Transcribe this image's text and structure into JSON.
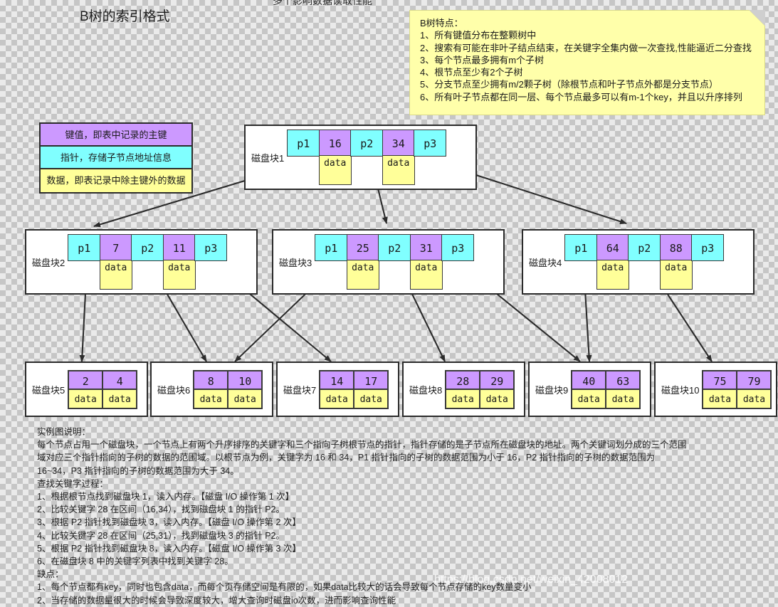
{
  "clipped_top_text": "多个影响数据读取性能",
  "page_title": "B树的索引格式",
  "colors": {
    "key": "#cc99ff",
    "pointer": "#80ffff",
    "data": "#ffff99",
    "note": "#ffffaa",
    "line": "#2b2b2b"
  },
  "note": {
    "lines": [
      "B树特点：",
      "1、所有键值分布在整颗树中",
      "2、搜索有可能在非叶子结点结束，在关键字全集内做一次查找,性能逼近二分查找",
      "3、每个节点最多拥有m个子树",
      "4、根节点至少有2个子树",
      "5、分支节点至少拥有m/2颗子树（除根节点和叶子节点外都是分支节点）",
      "6、所有叶子节点都在同一层、每个节点最多可以有m-1个key，并且以升序排列"
    ]
  },
  "legend": {
    "rows": [
      {
        "text": "键值，即表中记录的主键",
        "style": "c-key"
      },
      {
        "text": "指针，存储子节点地址信息",
        "style": "c-ptr"
      },
      {
        "text": "数据，即表记录中除主键外的数据",
        "style": "c-data"
      }
    ]
  },
  "internal_nodes": [
    {
      "label": "磁盘块1",
      "cells": [
        {
          "type": "ptr",
          "text": "p1"
        },
        {
          "type": "key",
          "text": "16",
          "data": "data"
        },
        {
          "type": "ptr",
          "text": "p2"
        },
        {
          "type": "key",
          "text": "34",
          "data": "data"
        },
        {
          "type": "ptr",
          "text": "p3"
        }
      ]
    },
    {
      "label": "磁盘块2",
      "cells": [
        {
          "type": "ptr",
          "text": "p1"
        },
        {
          "type": "key",
          "text": "7",
          "data": "data"
        },
        {
          "type": "ptr",
          "text": "p2"
        },
        {
          "type": "key",
          "text": "11",
          "data": "data"
        },
        {
          "type": "ptr",
          "text": "p3"
        }
      ]
    },
    {
      "label": "磁盘块3",
      "cells": [
        {
          "type": "ptr",
          "text": "p1"
        },
        {
          "type": "key",
          "text": "25",
          "data": "data"
        },
        {
          "type": "ptr",
          "text": "p2"
        },
        {
          "type": "key",
          "text": "31",
          "data": "data"
        },
        {
          "type": "ptr",
          "text": "p3"
        }
      ]
    },
    {
      "label": "磁盘块4",
      "cells": [
        {
          "type": "ptr",
          "text": "p1"
        },
        {
          "type": "key",
          "text": "64",
          "data": "data"
        },
        {
          "type": "ptr",
          "text": "p2"
        },
        {
          "type": "key",
          "text": "88",
          "data": "data"
        },
        {
          "type": "ptr",
          "text": "p3"
        }
      ]
    }
  ],
  "leaf_nodes": [
    {
      "label": "磁盘块5",
      "keys": [
        "2",
        "4"
      ],
      "data": [
        "data",
        "data"
      ]
    },
    {
      "label": "磁盘块6",
      "keys": [
        "8",
        "10"
      ],
      "data": [
        "data",
        "data"
      ]
    },
    {
      "label": "磁盘块7",
      "keys": [
        "14",
        "17"
      ],
      "data": [
        "data",
        "data"
      ]
    },
    {
      "label": "磁盘块8",
      "keys": [
        "28",
        "29"
      ],
      "data": [
        "data",
        "data"
      ]
    },
    {
      "label": "磁盘块9",
      "keys": [
        "40",
        "63"
      ],
      "data": [
        "data",
        "data"
      ]
    },
    {
      "label": "磁盘块10",
      "keys": [
        "75",
        "79"
      ],
      "data": [
        "data",
        "data"
      ]
    }
  ],
  "description": {
    "lines": [
      "实例图说明：",
      "每个节点占用一个磁盘块，一个节点上有两个升序排序的关键字和三个指向子树根节点的指针，指针存储的是子节点所在磁盘块的地址。两个关键词划分成的三个范围",
      "域对应三个指针指向的子树的数据的范围域。以根节点为例，关键字为 16 和 34，P1 指针指向的子树的数据范围为小于 16，P2 指针指向的子树的数据范围为",
      "16~34，P3 指针指向的子树的数据范围为大于 34。",
      "查找关键字过程：",
      "1、根据根节点找到磁盘块 1，读入内存。【磁盘 I/O 操作第 1 次】",
      "2、比较关键字 28 在区间（16,34），找到磁盘块 1 的指针 P2。",
      "3、根据 P2 指针找到磁盘块 3，读入内存。【磁盘 I/O 操作第 2 次】",
      "4、比较关键字 28 在区间（25,31），找到磁盘块 3 的指针 P2。",
      "5、根据 P2 指针找到磁盘块 8，读入内存。【磁盘 I/O 操作第 3 次】",
      "6、在磁盘块 8 中的关键字列表中找到关键字 28。",
      "缺点：",
      "1、每个节点都有key，同时也包含data，而每个页存储空间是有限的，如果data比较大的话会导致每个节点存储的key数量变小",
      "2、当存储的数据量很大的时候会导致深度较大，增大查询时磁盘io次数，进而影响查询性能"
    ]
  },
  "watermark": "https://blog.csdn.net/weixin_42008012"
}
